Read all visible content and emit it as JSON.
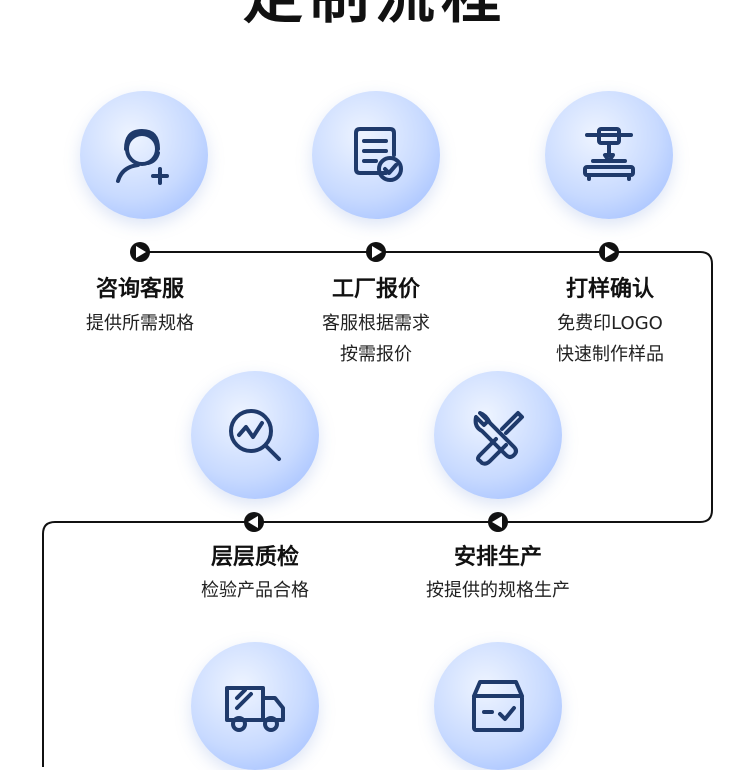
{
  "title": "定制流程",
  "accent_color": "#1f3a6b",
  "steps": [
    {
      "icon": "customer-service-icon",
      "title": "咨询客服",
      "desc": [
        "提供所需规格"
      ]
    },
    {
      "icon": "quote-document-icon",
      "title": "工厂报价",
      "desc": [
        "客服根据需求",
        "按需报价"
      ]
    },
    {
      "icon": "3d-printer-icon",
      "title": "打样确认",
      "desc": [
        "免费印LOGO",
        "快速制作样品"
      ]
    },
    {
      "icon": "quality-search-icon",
      "title": "层层质检",
      "desc": [
        "检验产品合格"
      ]
    },
    {
      "icon": "tools-icon",
      "title": "安排生产",
      "desc": [
        "按提供的规格生产"
      ]
    },
    {
      "icon": "delivery-truck-icon",
      "title": "",
      "desc": []
    },
    {
      "icon": "package-box-icon",
      "title": "",
      "desc": []
    }
  ]
}
